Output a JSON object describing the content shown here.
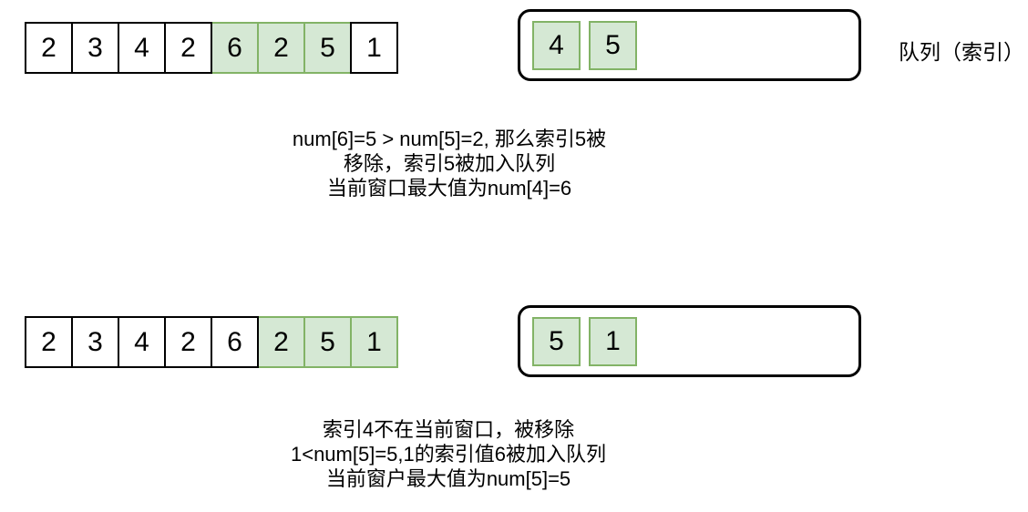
{
  "colors": {
    "highlight_fill": "#d5e8d4",
    "highlight_border": "#82b366",
    "line": "#000000",
    "background": "#ffffff"
  },
  "queue_label": "队列（索引）",
  "step1": {
    "array": [
      {
        "v": "2",
        "hl": false
      },
      {
        "v": "3",
        "hl": false
      },
      {
        "v": "4",
        "hl": false
      },
      {
        "v": "2",
        "hl": false
      },
      {
        "v": "6",
        "hl": true
      },
      {
        "v": "2",
        "hl": true
      },
      {
        "v": "5",
        "hl": true
      },
      {
        "v": "1",
        "hl": false
      }
    ],
    "queue": [
      "4",
      "5"
    ],
    "caption": [
      "num[6]=5  > num[5]=2, 那么索引5被",
      "移除，索引5被加入队列",
      "当前窗口最大值为num[4]=6"
    ]
  },
  "step2": {
    "array": [
      {
        "v": "2",
        "hl": false
      },
      {
        "v": "3",
        "hl": false
      },
      {
        "v": "4",
        "hl": false
      },
      {
        "v": "2",
        "hl": false
      },
      {
        "v": "6",
        "hl": false
      },
      {
        "v": "2",
        "hl": true
      },
      {
        "v": "5",
        "hl": true
      },
      {
        "v": "1",
        "hl": true
      }
    ],
    "queue": [
      "5",
      "1"
    ],
    "caption": [
      "索引4不在当前窗口，被移除",
      "1<num[5]=5,1的索引值6被加入队列",
      "当前窗户最大值为num[5]=5"
    ]
  }
}
